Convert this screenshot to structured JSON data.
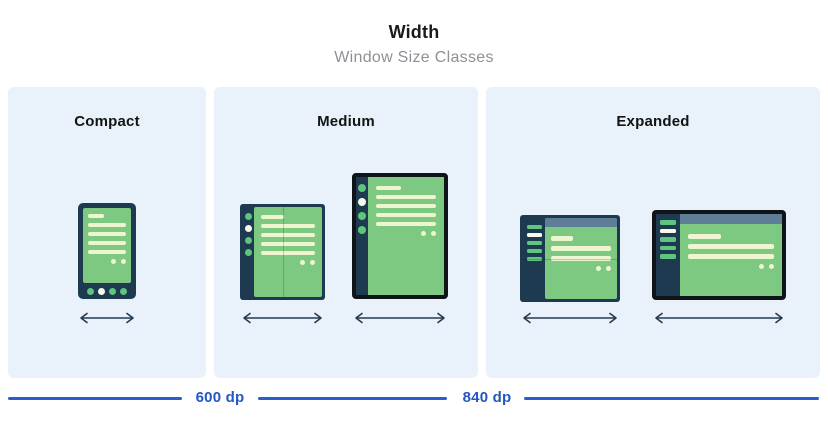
{
  "header": {
    "title": "Width",
    "subtitle": "Window Size Classes"
  },
  "panels": [
    {
      "id": "compact",
      "label": "Compact",
      "devices": [
        "phone-portrait-icon"
      ]
    },
    {
      "id": "medium",
      "label": "Medium",
      "devices": [
        "foldable-portrait-icon",
        "tablet-portrait-icon"
      ]
    },
    {
      "id": "expanded",
      "label": "Expanded",
      "devices": [
        "foldable-landscape-icon",
        "tablet-landscape-icon"
      ]
    }
  ],
  "breakpoints": [
    {
      "label": "600 dp"
    },
    {
      "label": "840 dp"
    }
  ],
  "colors": {
    "panel_background": "#e9f1fa",
    "device_frame_navy": "#1d3a50",
    "device_frame_black": "#101418",
    "screen_green": "#7dc981",
    "content_line_cream": "#edf6d0",
    "accent_dot_green": "#5fc47e",
    "accent_dot_white": "#f7faea",
    "top_bar_blue_gray": "#5e7e97",
    "breakpoint_blue": "#2456c4",
    "arrow_navy": "#243b4f"
  }
}
